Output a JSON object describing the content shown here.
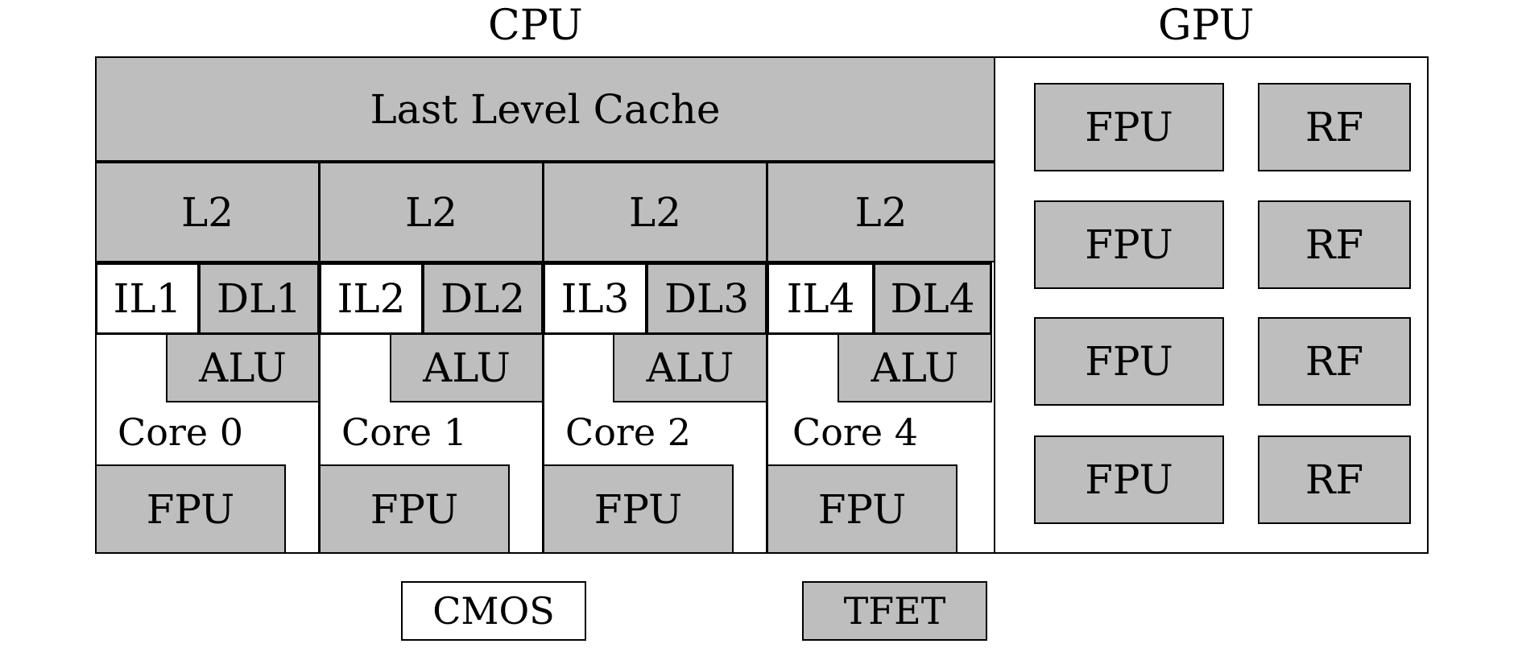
{
  "cpu_label": "CPU",
  "gpu_label": "GPU",
  "llc_label": "Last Level Cache",
  "cores": [
    {
      "l2": "L2",
      "il": "IL1",
      "dl": "DL1",
      "alu": "ALU",
      "name": "Core 0",
      "fpu": "FPU"
    },
    {
      "l2": "L2",
      "il": "IL2",
      "dl": "DL2",
      "alu": "ALU",
      "name": "Core 1",
      "fpu": "FPU"
    },
    {
      "l2": "L2",
      "il": "IL3",
      "dl": "DL3",
      "alu": "ALU",
      "name": "Core 2",
      "fpu": "FPU"
    },
    {
      "l2": "L2",
      "il": "IL4",
      "dl": "DL4",
      "alu": "ALU",
      "name": "Core 4",
      "fpu": "FPU"
    }
  ],
  "gpu_units": [
    {
      "fpu": "FPU",
      "rf": "RF"
    },
    {
      "fpu": "FPU",
      "rf": "RF"
    },
    {
      "fpu": "FPU",
      "rf": "RF"
    },
    {
      "fpu": "FPU",
      "rf": "RF"
    }
  ],
  "legend": {
    "cmos": "CMOS",
    "tfet": "TFET"
  },
  "colors": {
    "tfet_fill": "#bebebe",
    "cmos_fill": "#ffffff",
    "outline": "#000000"
  }
}
